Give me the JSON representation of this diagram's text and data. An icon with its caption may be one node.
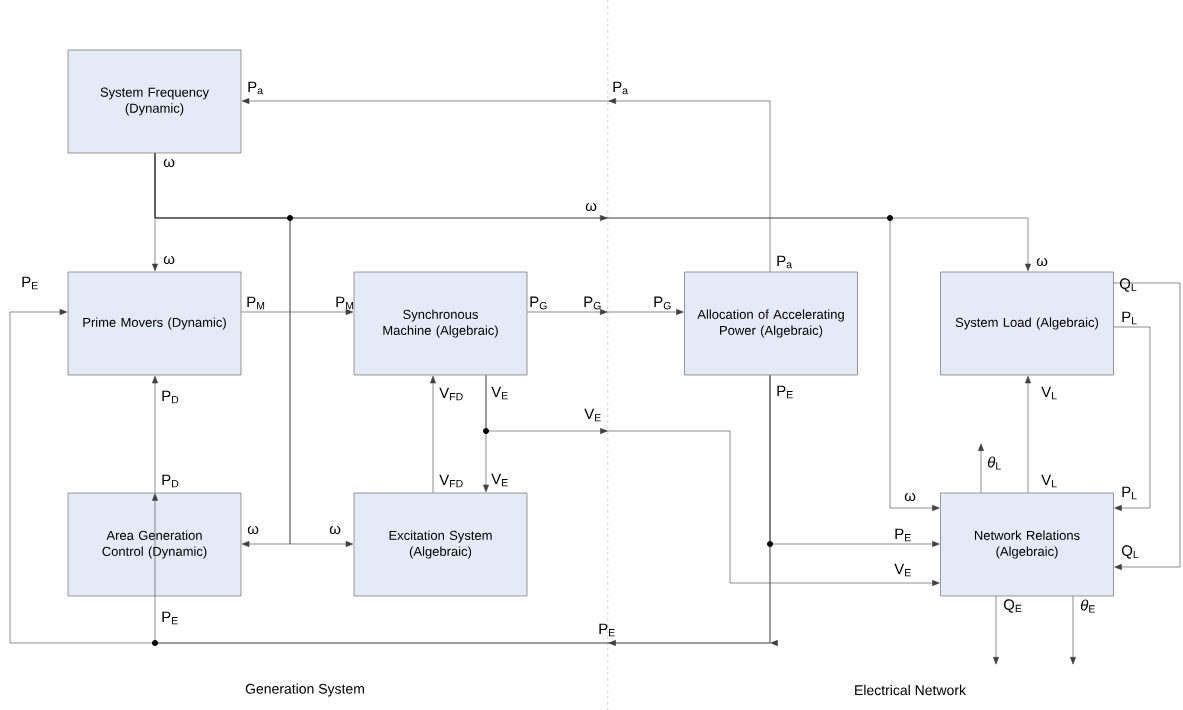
{
  "diagram": {
    "nodes": [
      {
        "text": [
          "System Frequency (Dynamic)"
        ]
      },
      {
        "text": [
          "Prime Movers (Dynamic)"
        ]
      },
      {
        "text": [
          "Synchronous Machine (Algebraic)"
        ]
      },
      {
        "text": [
          "Allocation of Accelerating Power (Algebraic)"
        ]
      },
      {
        "text": [
          "System Load (Algebraic)"
        ]
      },
      {
        "text": [
          "Area Generation Control (Dynamic)"
        ]
      },
      {
        "text": [
          "Excitation System (Algebraic)"
        ]
      },
      {
        "text": [
          "Network Relations (Algebraic)"
        ]
      }
    ],
    "edges": [
      {
        "from": 3,
        "to": 0,
        "arrow": "to",
        "label": "P$_{a}$"
      },
      {
        "from": 0,
        "to": 1,
        "arrow": "to",
        "label": "ω"
      },
      {
        "from": 0,
        "to": 4,
        "arrow": "to",
        "label": "ω"
      },
      {
        "from": 0,
        "to": 5,
        "arrow": "to",
        "label": "ω"
      },
      {
        "from": 0,
        "to": 6,
        "arrow": "to",
        "label": "ω"
      },
      {
        "from": 0,
        "to": 7,
        "arrow": "to",
        "label": "ω"
      },
      {
        "from": 1,
        "to": 2,
        "arrow": "to",
        "label": "P$_{M}$"
      },
      {
        "from": 5,
        "to": 1,
        "arrow": "to",
        "label": "P$_{D}$"
      },
      {
        "from": 2,
        "to": 3,
        "arrow": "to",
        "label": "P$_{G}$"
      },
      {
        "from": 6,
        "to": 2,
        "arrow": "to",
        "label": "V$_{FD}$"
      },
      {
        "from": 2,
        "to": 6,
        "arrow": "to",
        "label": "V$_{E}$"
      },
      {
        "from": 2,
        "to": 7,
        "arrow": "to",
        "label": "V$_{E}$"
      },
      {
        "from": 3,
        "to": 7,
        "arrow": "to",
        "label": "P$_{E}$"
      },
      {
        "from": 3,
        "to": 1,
        "arrow": "to",
        "label": "P$_{E}$"
      },
      {
        "from": 3,
        "to": 5,
        "arrow": "to",
        "label": "P$_{E}$"
      },
      {
        "from": 7,
        "to": 4,
        "arrow": "to",
        "label": "V$_{L}$"
      },
      {
        "from": 4,
        "to": 7,
        "arrow": "to",
        "label": "P$_{L}$"
      },
      {
        "from": 4,
        "to": 7,
        "arrow": "to",
        "label": "Q$_{L}$"
      },
      {
        "from": 7,
        "to": null,
        "arrow": "to",
        "label": "*θ*$_{L}$"
      },
      {
        "from": 7,
        "to": null,
        "arrow": "to",
        "label": "Q$_{E}$"
      },
      {
        "from": 7,
        "to": null,
        "arrow": "to",
        "label": "*θ*$_{E}$"
      }
    ],
    "labels": [
      "P$_{a}$",
      "P$_{a}$",
      "ω",
      "ω",
      "P$_{M}$",
      "P$_{D}$",
      "P$_{G}$",
      "P$_{G}$",
      "V$_{FD}$",
      "V$_{E}$",
      "V$_{E}$",
      "P$_{E}$",
      "P$_{E}$",
      "V$_{L}$",
      "P$_{L}$",
      "Q$_{L}$",
      "Generation System",
      "Electrical Network"
    ]
  }
}
